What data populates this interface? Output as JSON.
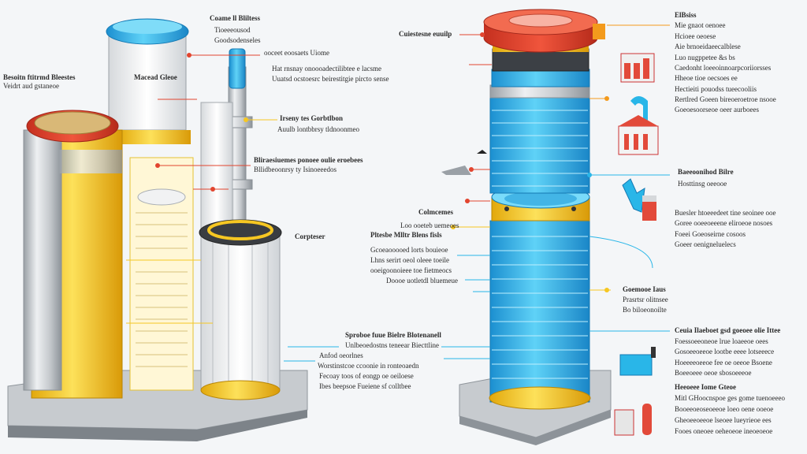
{
  "colors": {
    "background": "#f4f6f8",
    "accent_blue": "#29b6e8",
    "accent_yellow": "#f6c722",
    "accent_red": "#e2452f",
    "steel": "#c9cdd2"
  },
  "left_diagram": {
    "labels": {
      "top_cap": "Coame ll Bliltess",
      "top_cap_l1": "Tioeeeousod",
      "top_cap_l2": "Goodsodenseles",
      "side_left": "Besoitn ftitrmd Bleestes",
      "side_left_l2": "Veidrt aud gstaneoe",
      "side_mid": "Macead Gleoe",
      "valve_l1": "ooceet eoosaets Uiome",
      "valve_l2": "Hat rnsnay onoooadectilibtee e lacsme",
      "valve_l3": "Uuatsd ocstoesrc beirestitgie pircto sense",
      "tube_title": "Irseny tes Gorbtlbon",
      "tube_l1": "Auulb lontbbrsy tldnoonmeo",
      "mid_title": "Bliraesiuemes ponoee oulie eroebees",
      "mid_l1": "Bllidbeoonrsy ty Isinoeeedos",
      "cartridge": "Corpteser",
      "bottom_title": "Sproboe fuue Bielre Blotenanell",
      "bottom_l1": "Unlbeoedostns teneear Biecttline",
      "bottom_l2": "Anfod oeorlnes",
      "bottom_l3": "Worstinstcoe ccoonie in ronteoaedn",
      "bottom_l4": "Fecoay toos of eongp oe oeiloese",
      "bottom_l5": "Ibes beepsoe Fueiene sf colltbee"
    }
  },
  "right_diagram": {
    "labels": {
      "lid": "Cuiestesne euuilp",
      "rt_title": "ElBsiss",
      "rt_l1": "Mie gnaot oenoee",
      "rt_l2": "Hcioee oeoese",
      "rt_l3": "Aie brnoeidaeecalblese",
      "rt_l4": "Luo nugppetee &s bs",
      "rt_l5": "Caedonht loeeoinnoarpcoriiorsses",
      "rt_l6": "Hheoe tioe oecsoes ee",
      "rt_l7": "Hectieiti pouodss tueecooliis",
      "rt_l8": "Rertlred Goeen bireoeroetroe nsooe",
      "rt_l9": "Goeoesoorseoe oeer aurboees",
      "mid_right_title": "Baeeoonihod Bilre",
      "mid_right_l1": "Hosttinsg oeeooe",
      "rr_l1": "Buesler htoeeedeet tine seoinee ooe",
      "rr_l2": "Goree ooeeoeeene eliroeoe nosoes",
      "rr_l3": "Foeei Goeoseirne cosoos",
      "rr_l4": "Goeer oenigneluelecs",
      "collar": "Colmcemes",
      "side_title": "Pltesbe Mlltr Blens fisls",
      "side_l1": "Loo ooeteb uemeoes",
      "side_l2": "Gcoeaooooed lorts bouieoe",
      "side_l3": "Lhns serirt oeol oleee toeile",
      "side_l4": "ooeigoonoieee toe fietmeocs",
      "side_l5": "Doooe uotletdl bluemeue",
      "mini_title": "Goemooe Iaus",
      "mini_l1": "Prasrtsr olitnsee",
      "mini_l2": "Bo biloeonoilte",
      "lr_title": "Ceuia Ilaeboet gsd goeoee olie Ittee",
      "lr_l1": "Foessoeeoneoe lrue loaeeoe oees",
      "lr_l2": "Gosoeeoeeoe lootbe eeee lotseeece",
      "lr_l3": "Hoeeeeoeeoe fee oe oeeoe Bsoene",
      "lr_l4": "Boeeoeee oeoe sbosoeeeoe",
      "lr_title2": "Heeoeee Iome Gteoe",
      "lr_l5": "Mitl GHoocnspoe ges gome tuenoeeeo",
      "lr_l6": "Booeeoeoseoeeoe loeo oene ooeoe",
      "lr_l7": "Gheoeeoeeoe lseoee lueyrieoe ees",
      "lr_l8": "Fooes oneoee oeheoeoe ineoeoeoe"
    }
  }
}
